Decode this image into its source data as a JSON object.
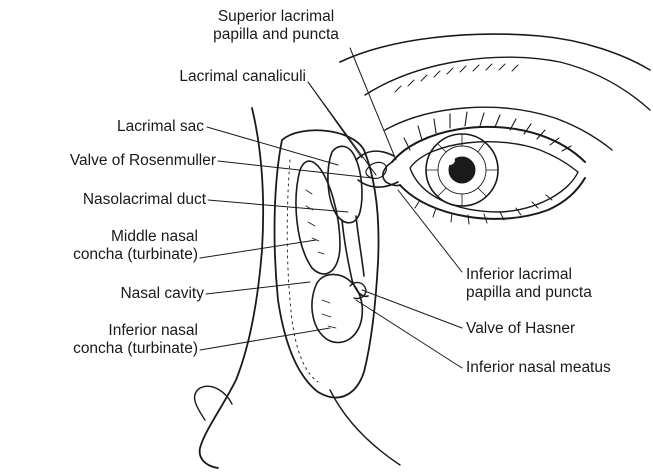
{
  "labels": {
    "superior_papilla": [
      "Superior lacrimal",
      "papilla and puncta"
    ],
    "canaliculi": "Lacrimal canaliculi",
    "sac": "Lacrimal sac",
    "rosenmuller": "Valve of Rosenmuller",
    "duct": "Nasolacrimal duct",
    "middle_concha": [
      "Middle nasal",
      "concha (turbinate)"
    ],
    "cavity": "Nasal cavity",
    "inferior_concha": [
      "Inferior nasal",
      "concha (turbinate)"
    ],
    "inferior_papilla": [
      "Inferior lacrimal",
      "papilla and puncta"
    ],
    "hasner": "Valve of Hasner",
    "meatus": "Inferior nasal meatus"
  },
  "colors": {
    "ink": "#1a1a1a",
    "background": "#ffffff"
  }
}
